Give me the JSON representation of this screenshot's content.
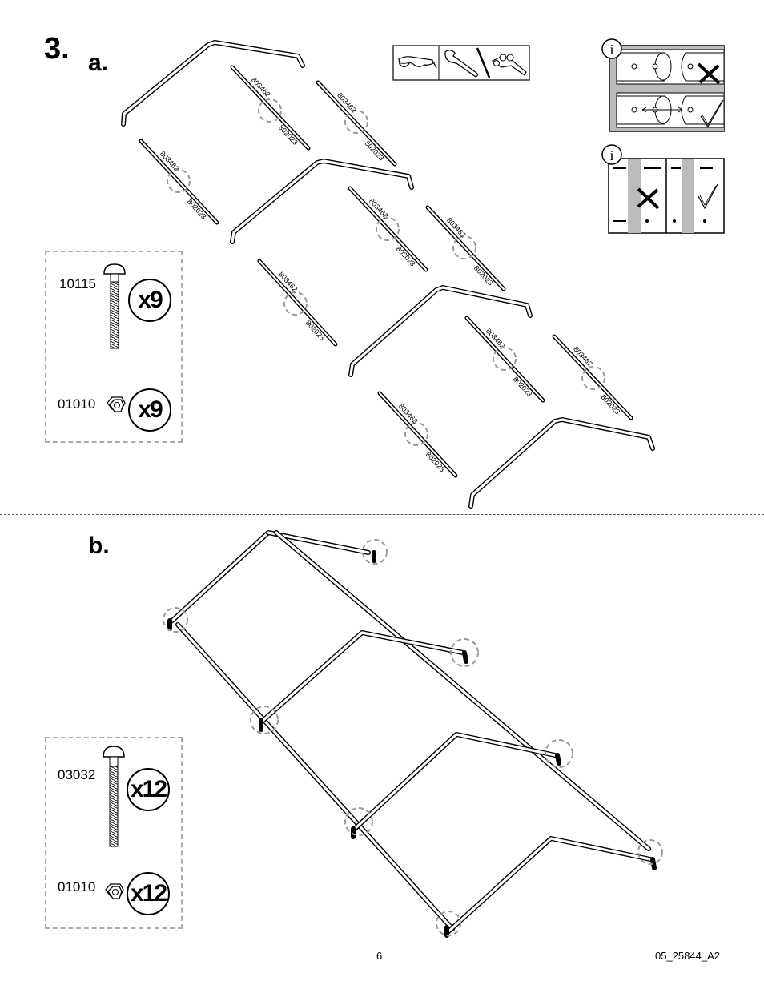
{
  "step": {
    "number": "3.",
    "sub_a": "a.",
    "sub_b": "b."
  },
  "parts_a": [
    {
      "code": "10115",
      "qty": "x9",
      "icon": "bolt-icon"
    },
    {
      "code": "01010",
      "qty": "x9",
      "icon": "nut-icon"
    }
  ],
  "parts_b": [
    {
      "code": "03032",
      "qty": "x12",
      "icon": "bolt-icon"
    },
    {
      "code": "01010",
      "qty": "x12",
      "icon": "nut-icon"
    }
  ],
  "rod_labels": {
    "top": "803462",
    "bottom": "802023"
  },
  "tools": [
    "safety-glasses-icon",
    "wrench-icon",
    "socket-wrench-icon"
  ],
  "info_icons": [
    "info-icon",
    "info-icon"
  ],
  "footer": {
    "page": "6",
    "doc_code": "05_25844_A2"
  }
}
